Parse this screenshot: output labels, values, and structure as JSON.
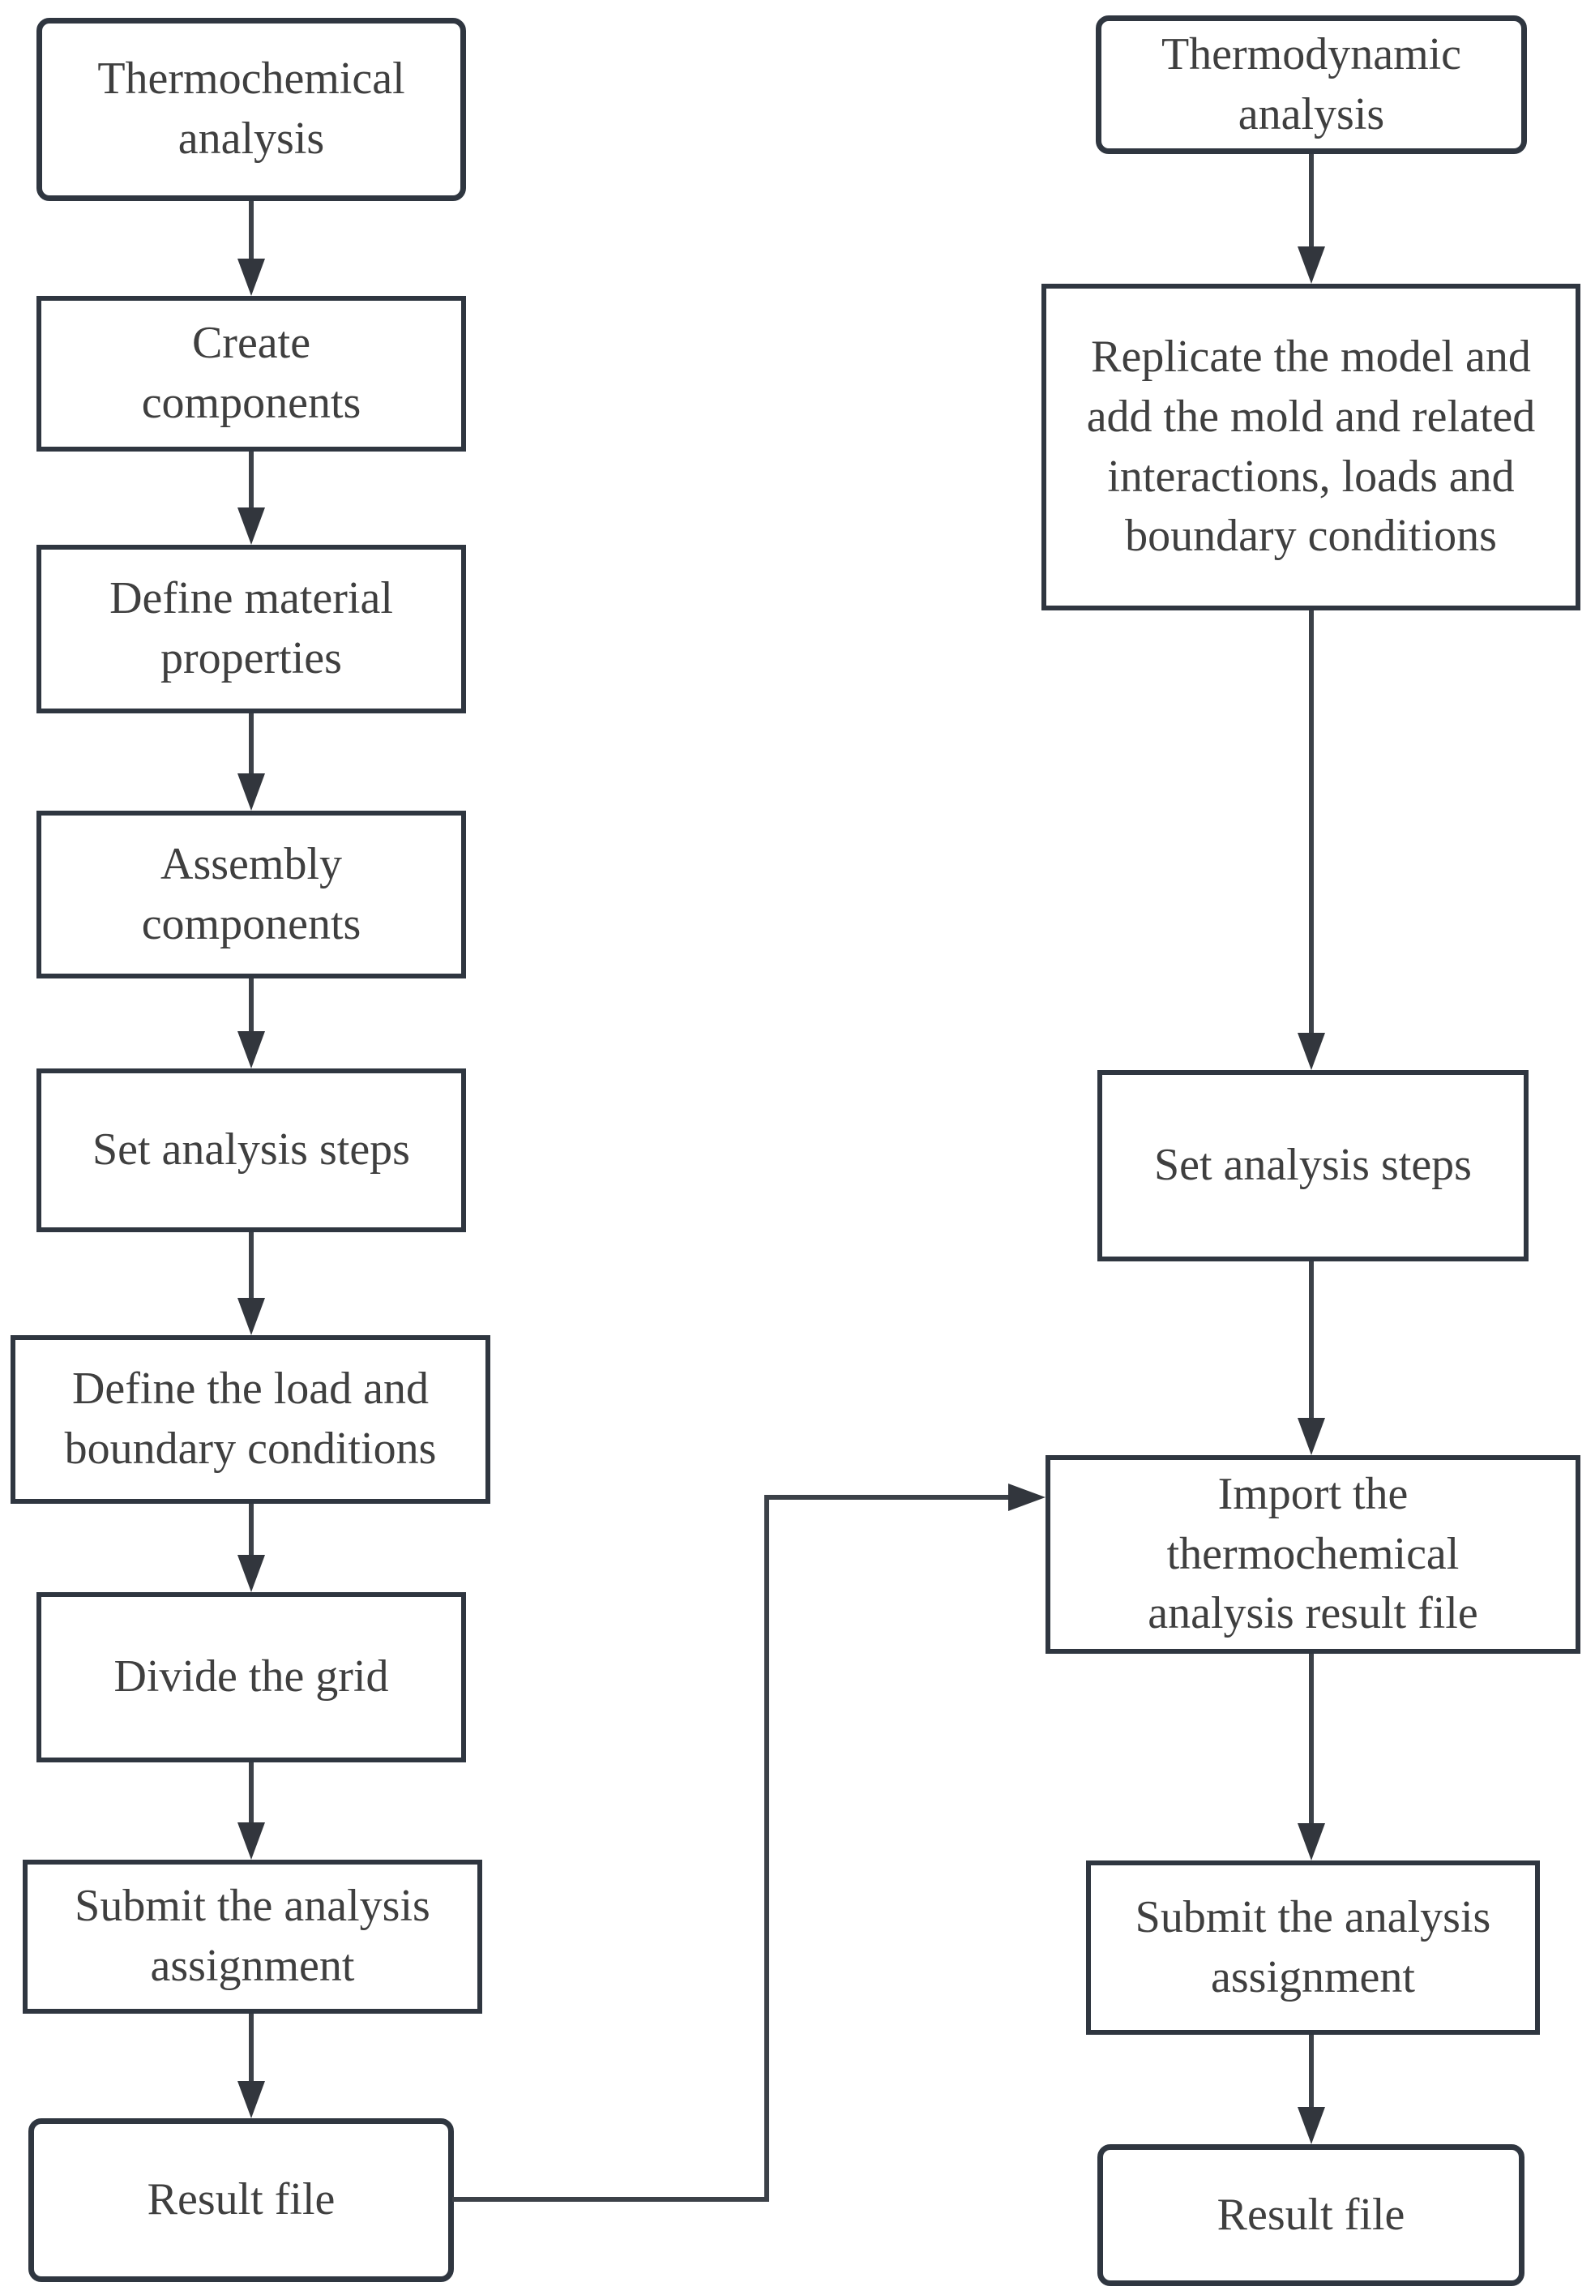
{
  "diagram": {
    "type": "flowchart",
    "background": "#ffffff",
    "colors": {
      "box_border": "#2f3640",
      "arrow_line": "#3c4148",
      "arrow_head": "#32363d",
      "text": "#3f3f3f"
    },
    "left_column": {
      "nodes": [
        {
          "id": "thermochemical-analysis",
          "shape": "rounded",
          "label": "Thermochemical\nanalysis"
        },
        {
          "id": "create-components",
          "shape": "rect",
          "label": "Create\ncomponents"
        },
        {
          "id": "define-material-properties",
          "shape": "rect",
          "label": "Define material\nproperties"
        },
        {
          "id": "assembly-components",
          "shape": "rect",
          "label": "Assembly\ncomponents"
        },
        {
          "id": "set-analysis-steps",
          "shape": "rect",
          "label": "Set analysis steps"
        },
        {
          "id": "define-load-boundary-conditions",
          "shape": "rect",
          "label": "Define the load and\nboundary conditions"
        },
        {
          "id": "divide-the-grid",
          "shape": "rect",
          "label": "Divide the grid"
        },
        {
          "id": "submit-analysis-assignment",
          "shape": "rect",
          "label": "Submit the analysis\nassignment"
        },
        {
          "id": "result-file",
          "shape": "rounded",
          "label": "Result file"
        }
      ]
    },
    "right_column": {
      "nodes": [
        {
          "id": "thermodynamic-analysis",
          "shape": "rounded",
          "label": "Thermodynamic\nanalysis"
        },
        {
          "id": "replicate-model",
          "shape": "rect",
          "label": "Replicate the model and\nadd the mold and related\ninteractions, loads and\nboundary conditions"
        },
        {
          "id": "set-analysis-steps",
          "shape": "rect",
          "label": "Set analysis steps"
        },
        {
          "id": "import-thermochemical-result",
          "shape": "rect",
          "label": "Import the\nthermochemical\nanalysis result file"
        },
        {
          "id": "submit-analysis-assignment",
          "shape": "rect",
          "label": "Submit the analysis\nassignment"
        },
        {
          "id": "result-file",
          "shape": "rounded",
          "label": "Result file"
        }
      ]
    },
    "edges": [
      {
        "from": "left.thermochemical-analysis",
        "to": "left.create-components"
      },
      {
        "from": "left.create-components",
        "to": "left.define-material-properties"
      },
      {
        "from": "left.define-material-properties",
        "to": "left.assembly-components"
      },
      {
        "from": "left.assembly-components",
        "to": "left.set-analysis-steps"
      },
      {
        "from": "left.set-analysis-steps",
        "to": "left.define-load-boundary-conditions"
      },
      {
        "from": "left.define-load-boundary-conditions",
        "to": "left.divide-the-grid"
      },
      {
        "from": "left.divide-the-grid",
        "to": "left.submit-analysis-assignment"
      },
      {
        "from": "left.submit-analysis-assignment",
        "to": "left.result-file"
      },
      {
        "from": "left.result-file",
        "to": "right.import-thermochemical-result",
        "style": "elbow"
      },
      {
        "from": "right.thermodynamic-analysis",
        "to": "right.replicate-model"
      },
      {
        "from": "right.replicate-model",
        "to": "right.set-analysis-steps"
      },
      {
        "from": "right.set-analysis-steps",
        "to": "right.import-thermochemical-result"
      },
      {
        "from": "right.import-thermochemical-result",
        "to": "right.submit-analysis-assignment"
      },
      {
        "from": "right.submit-analysis-assignment",
        "to": "right.result-file"
      }
    ]
  }
}
